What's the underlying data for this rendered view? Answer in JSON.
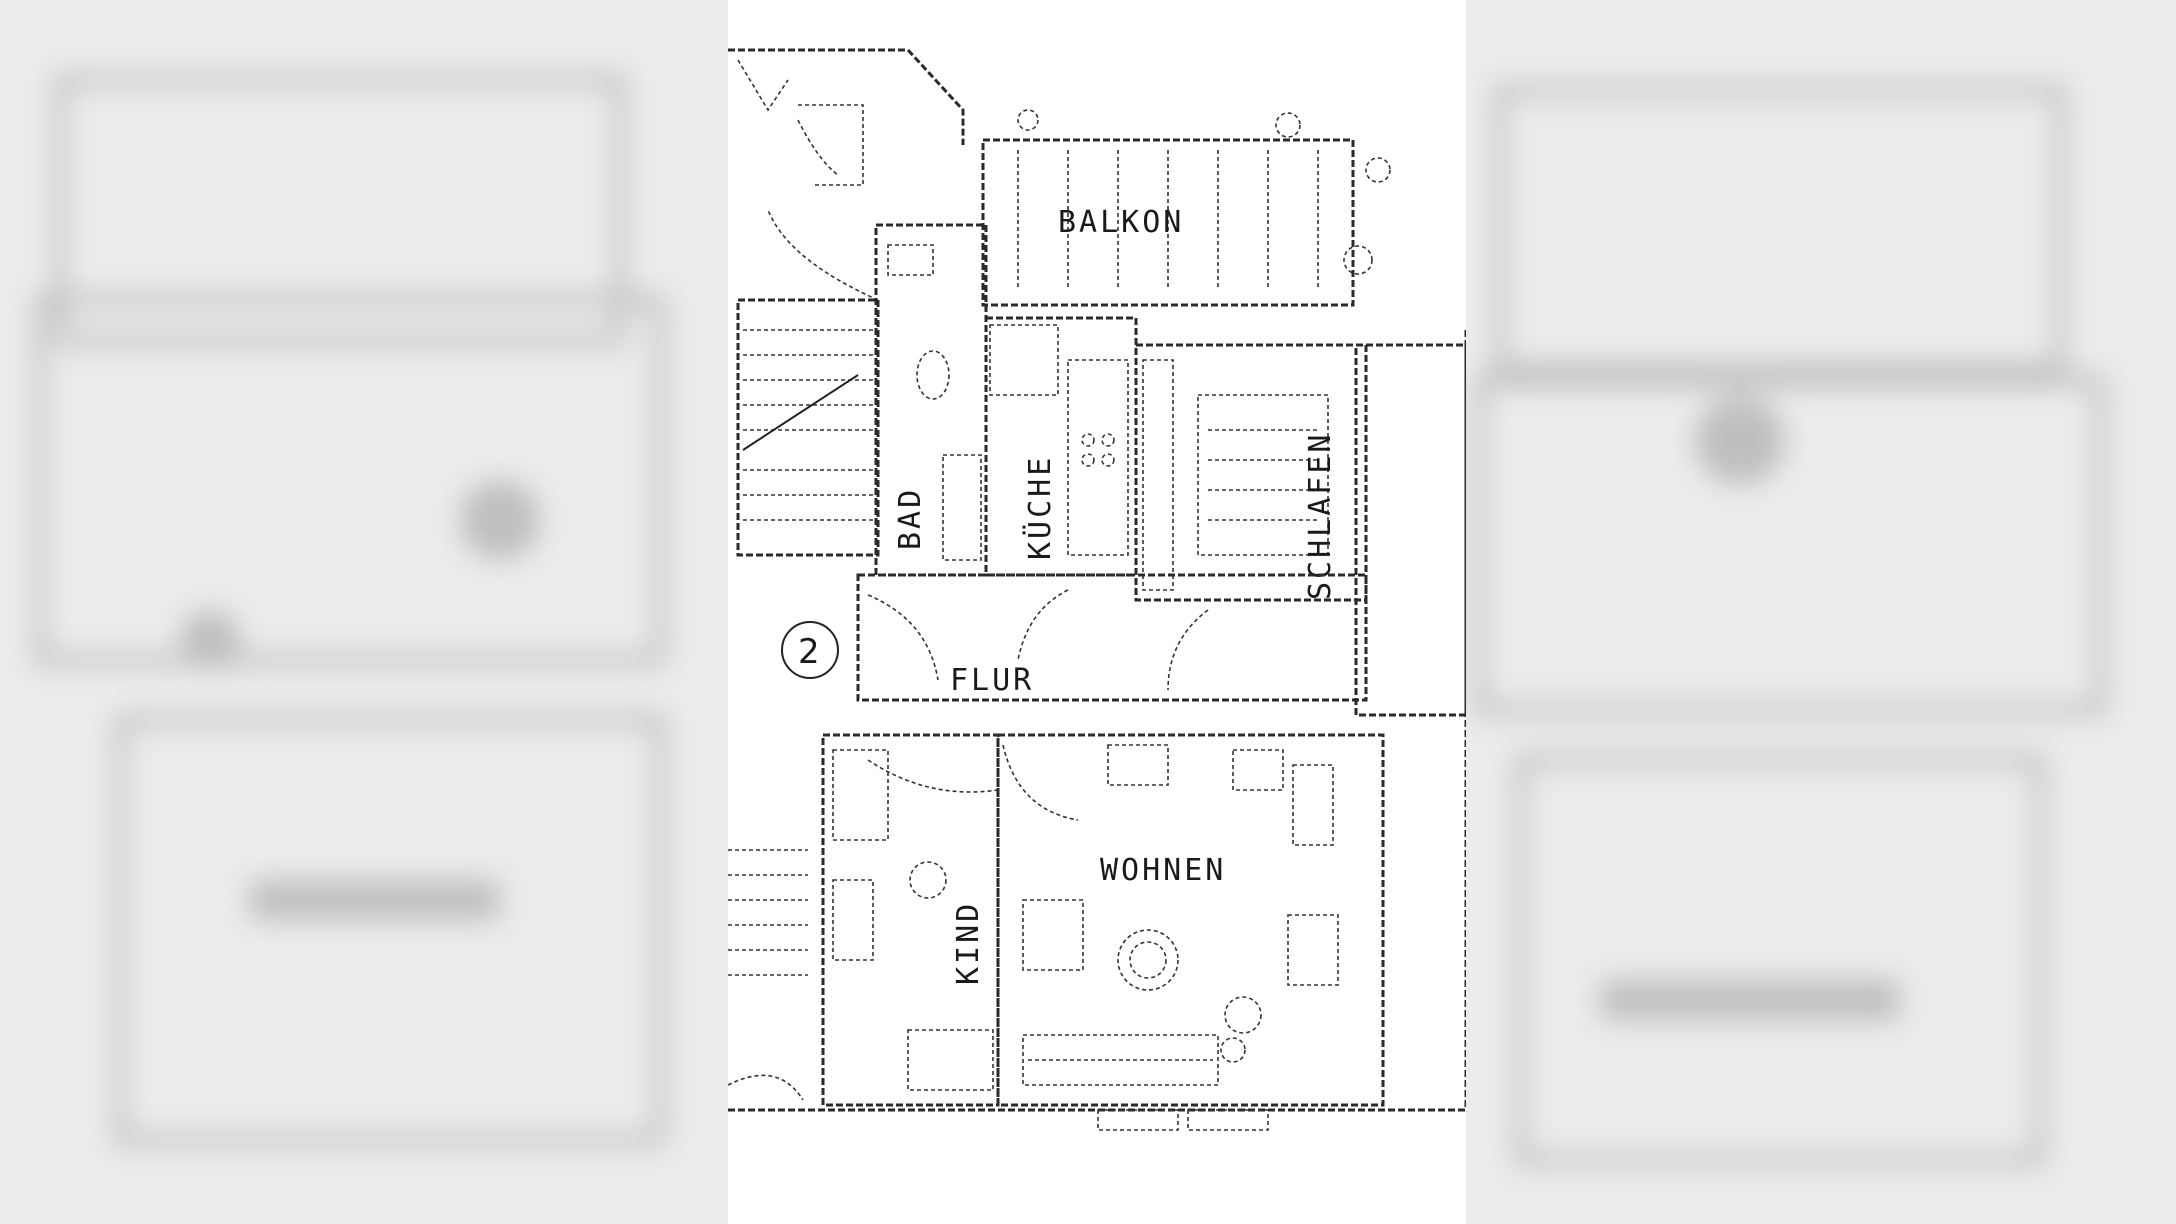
{
  "plan": {
    "rooms": {
      "balkon": "BALKON",
      "bad": "BAD",
      "kueche": "KÜCHE",
      "schlafen": "SCHLAFEN",
      "flur": "FLUR",
      "wohnen": "WOHNEN",
      "kind": "KIND"
    },
    "unit_number": "2"
  }
}
